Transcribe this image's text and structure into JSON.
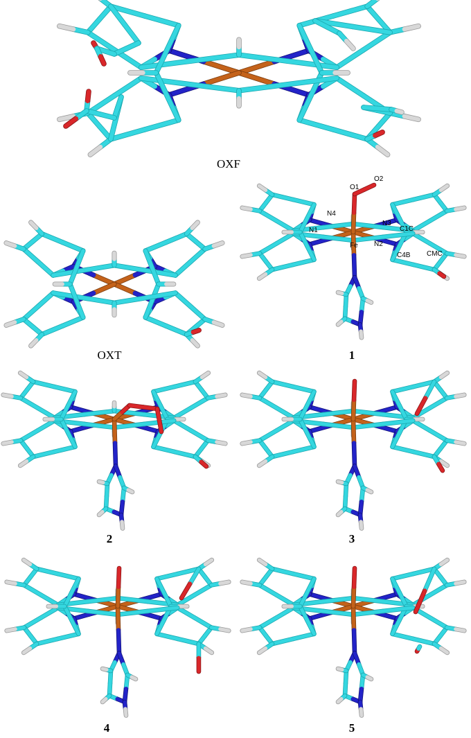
{
  "figure": {
    "panels": [
      {
        "id": "OXF",
        "caption": "OXF",
        "caption_bold": false
      },
      {
        "id": "OXT",
        "caption": "OXT",
        "caption_bold": false
      },
      {
        "id": "1",
        "caption": "1",
        "caption_bold": true,
        "atom_labels": [
          "O1",
          "O2",
          "N4",
          "N3",
          "N1",
          "C1C",
          "Fe",
          "N2",
          "C4B",
          "CMC"
        ]
      },
      {
        "id": "2",
        "caption": "2",
        "caption_bold": true
      },
      {
        "id": "3",
        "caption": "3",
        "caption_bold": true
      },
      {
        "id": "4",
        "caption": "4",
        "caption_bold": true
      },
      {
        "id": "5",
        "caption": "5",
        "caption_bold": true
      }
    ],
    "colors": {
      "carbon": "#35d7e0",
      "carbon_dark": "#1aa8b0",
      "nitrogen": "#2323c8",
      "oxygen": "#d9272a",
      "iron": "#c4621a",
      "hydrogen": "#d8d8d8",
      "hydrogen_dark": "#9a9a9a"
    }
  }
}
